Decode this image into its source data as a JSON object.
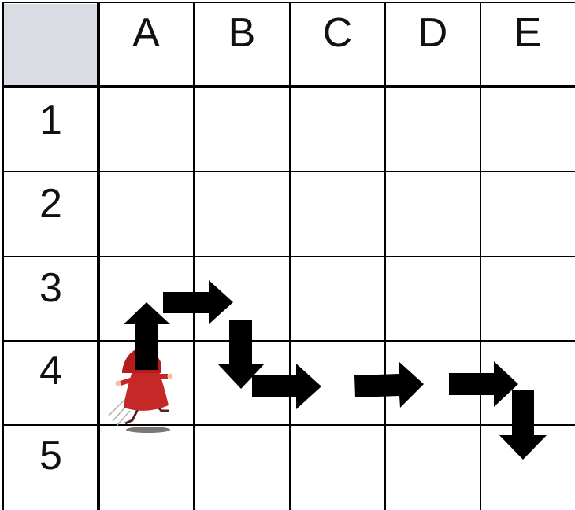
{
  "grid": {
    "columns": [
      "A",
      "B",
      "C",
      "D",
      "E"
    ],
    "rows": [
      "1",
      "2",
      "3",
      "4",
      "5"
    ]
  },
  "path_arrows": [
    "arrow-up-icon",
    "arrow-right-icon",
    "arrow-down-icon",
    "arrow-right-icon",
    "arrow-right-icon",
    "arrow-right-icon",
    "arrow-down-icon"
  ],
  "character": "red-riding-hood-icon",
  "colors": {
    "corner_cell": "#d9dde3",
    "grid_lines": "#000000",
    "arrows": "#000000",
    "hood": "#c62828"
  }
}
